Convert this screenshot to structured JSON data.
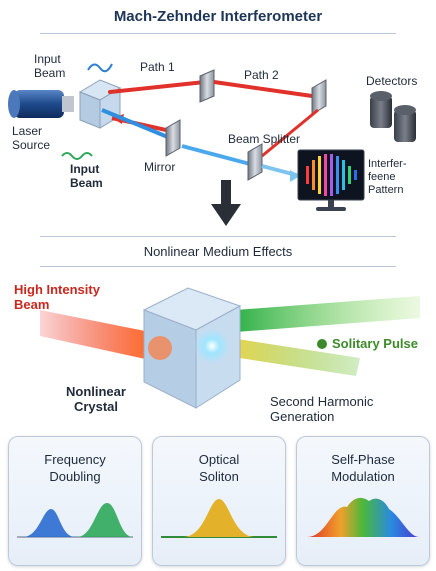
{
  "header": {
    "title": "Mach-Zehnder Interferometer"
  },
  "interferometer": {
    "input_beam_top": "Input\nBeam",
    "laser_source": "Laser\nSource",
    "input_beam_bottom": "Input\nBeam",
    "path1": "Path 1",
    "path2": "Path 2",
    "detectors": "Detectors",
    "beam_splitter": "Beam Splitter",
    "mirror": "Mirror",
    "interference_pattern": "Interfer-\nfeene\nPattern"
  },
  "section2": {
    "title": "Nonlinear Medium Effects"
  },
  "nonlinear": {
    "high_intensity_beam": "High Intensity\nBeam",
    "solitary_pulse": "Solitary Pulse",
    "nonlinear_crystal": "Nonlinear\nCrystal",
    "second_harmonic": "Second Harmonic\nGeneration"
  },
  "cards": [
    {
      "title": "Frequency\nDoubling"
    },
    {
      "title": "Optical\nSoliton"
    },
    {
      "title": "Self-Phase\nModulation"
    }
  ],
  "colors": {
    "header_text": "#1d3556",
    "high_intensity": "#c8281e",
    "solitary_pulse": "#3d8a2a"
  }
}
